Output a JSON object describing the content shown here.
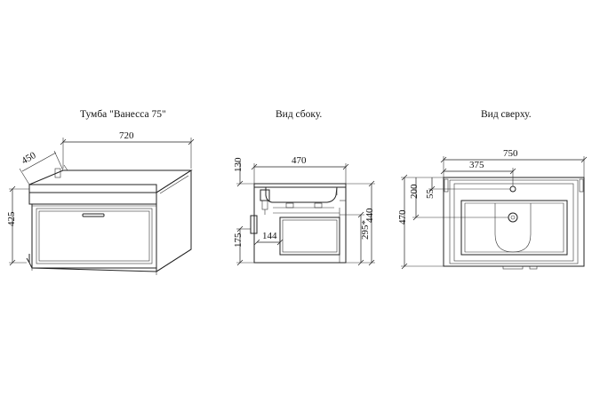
{
  "titles": {
    "front": "Тумба \"Ванесса 75\"",
    "side": "Вид сбоку.",
    "top": "Вид сверху."
  },
  "front_dims": {
    "width": "720",
    "depth": "450",
    "height": "425"
  },
  "side_dims": {
    "depth": "470",
    "top": "130",
    "bottom": "175",
    "inner": "144",
    "drawer": "295*",
    "total": "440"
  },
  "top_dims": {
    "width": "750",
    "half": "375",
    "depth": "470",
    "inner": "200",
    "offset": "55"
  }
}
